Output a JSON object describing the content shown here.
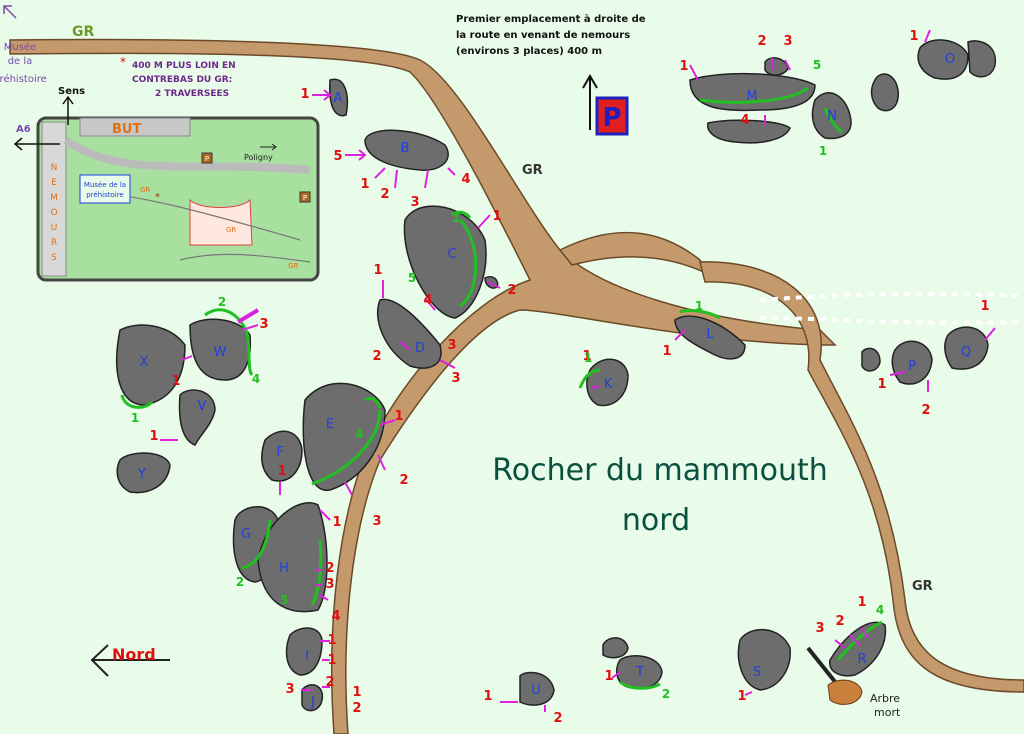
{
  "title": [
    "Rocher du mammouth",
    "nord"
  ],
  "parking_note": [
    "Premier emplacement à droite de",
    "la route en venant de nemours",
    "(environs 3 places)  400 m"
  ],
  "parking_symbol": "P",
  "left_notes": {
    "musee": [
      "Musée",
      "de la",
      "préhistoire"
    ],
    "sens": "Sens",
    "a6": "A6",
    "gr_top": "GR",
    "farther": [
      "400 M PLUS LOIN EN",
      "CONTREBAS DU GR:",
      "2 TRAVERSEES"
    ]
  },
  "inset": {
    "but": "BUT",
    "nemours_letters": [
      "N",
      "E",
      "M",
      "O",
      "U",
      "R",
      "S"
    ],
    "musee": [
      "Musée de la",
      "préhistoire"
    ],
    "poligny": "Poligny",
    "gr_labels": [
      "GR",
      "GR",
      "GR"
    ],
    "p_marks": [
      "P",
      "P"
    ]
  },
  "gr_labels": [
    "GR",
    "GR"
  ],
  "north_label": "Nord",
  "arbre_mort": [
    "Arbre",
    "mort"
  ],
  "boulder_letters": [
    "A",
    "B",
    "C",
    "D",
    "E",
    "F",
    "G",
    "H",
    "I",
    "J",
    "K",
    "L",
    "M",
    "N",
    "O",
    "P",
    "Q",
    "R",
    "S",
    "T",
    "U",
    "V",
    "W",
    "X",
    "Y"
  ],
  "colors": {
    "background": "#e9fbe9",
    "boulder": "#6d6d6d",
    "path": "#c49a6c",
    "arrow": "#e020e0",
    "number_red": "#e01010",
    "number_green": "#20c020",
    "letter_blue": "#2040e0",
    "title": "#0a5040",
    "parking_fill": "#e02020",
    "parking_border": "#2020c0",
    "inset_bg": "#a8e0a0",
    "gr_text": "#556b2f"
  }
}
